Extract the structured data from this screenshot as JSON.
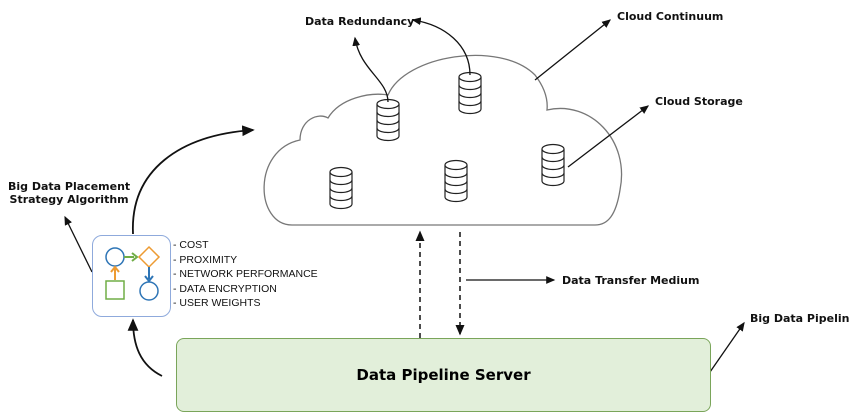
{
  "labels": {
    "data_redundancy": "Data Redundancy",
    "cloud_continuum": "Cloud Continuum",
    "cloud_storage": "Cloud Storage",
    "placement_line1": "Big Data Placement",
    "placement_line2": "Strategy Algorithm",
    "data_transfer": "Data Transfer Medium",
    "big_data_pipeline": "Big Data Pipeline",
    "server": "Data Pipeline Server"
  },
  "criteria": [
    "- COST",
    "- PROXIMITY",
    "- NETWORK PERFORMANCE",
    "- DATA ENCRYPTION",
    "- USER WEIGHTS"
  ],
  "colors": {
    "server_fill": "#e2efda",
    "algo_border": "#8faadc",
    "blue": "#2e75b6",
    "green": "#70ad47",
    "orange": "#ed9b33"
  }
}
